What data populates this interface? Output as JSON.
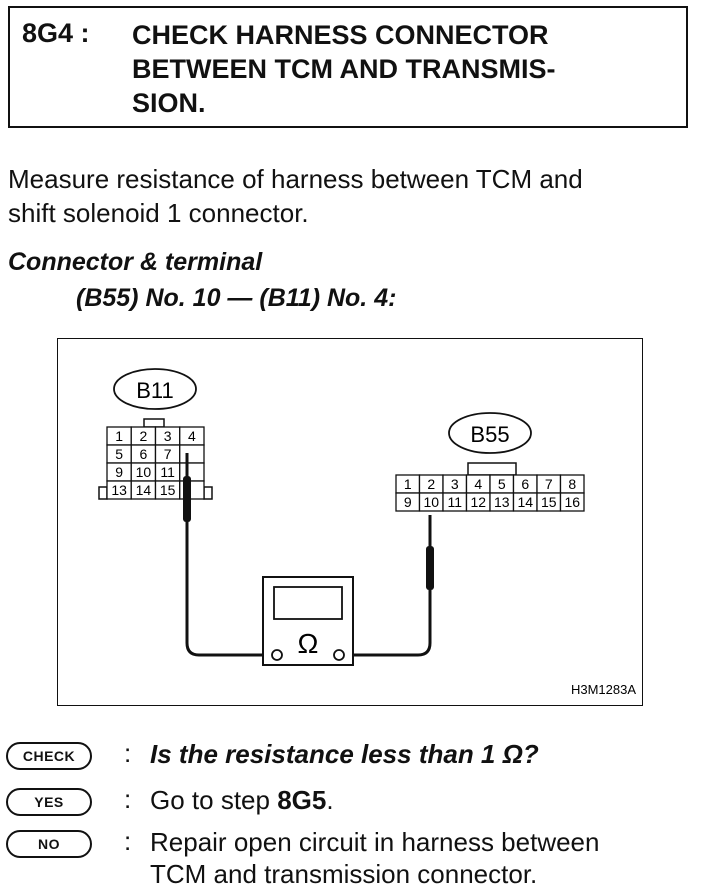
{
  "step": {
    "code": "8G4 :",
    "title_lines": [
      "CHECK HARNESS CONNECTOR",
      "BETWEEN TCM AND TRANSMIS-",
      "SION."
    ]
  },
  "instruction": [
    "Measure resistance of harness between TCM and",
    "shift solenoid 1 connector."
  ],
  "connector": {
    "heading": "Connector & terminal",
    "spec": "(B55) No. 10 — (B11) No. 4:"
  },
  "figure": {
    "b11": {
      "label": "B11",
      "pins": [
        "1",
        "2",
        "3",
        "4",
        "5",
        "6",
        "7",
        "",
        "9",
        "10",
        "11",
        "",
        "13",
        "14",
        "15",
        ""
      ]
    },
    "b55": {
      "label": "B55",
      "pins": [
        "1",
        "2",
        "3",
        "4",
        "5",
        "6",
        "7",
        "8",
        "9",
        "10",
        "11",
        "12",
        "13",
        "14",
        "15",
        "16"
      ]
    },
    "meter_symbol": "Ω",
    "ref": "H3M1283A"
  },
  "answers": {
    "check": {
      "badge": "CHECK",
      "colon": ":",
      "text": "Is the resistance less than 1 Ω?"
    },
    "yes": {
      "badge": "YES",
      "colon": ":",
      "text_prefix": "Go to step ",
      "step": "8G5",
      "text_suffix": "."
    },
    "no": {
      "badge": "NO",
      "colon": ":",
      "lines": [
        "Repair open circuit in harness between",
        "TCM and transmission connector."
      ]
    }
  }
}
